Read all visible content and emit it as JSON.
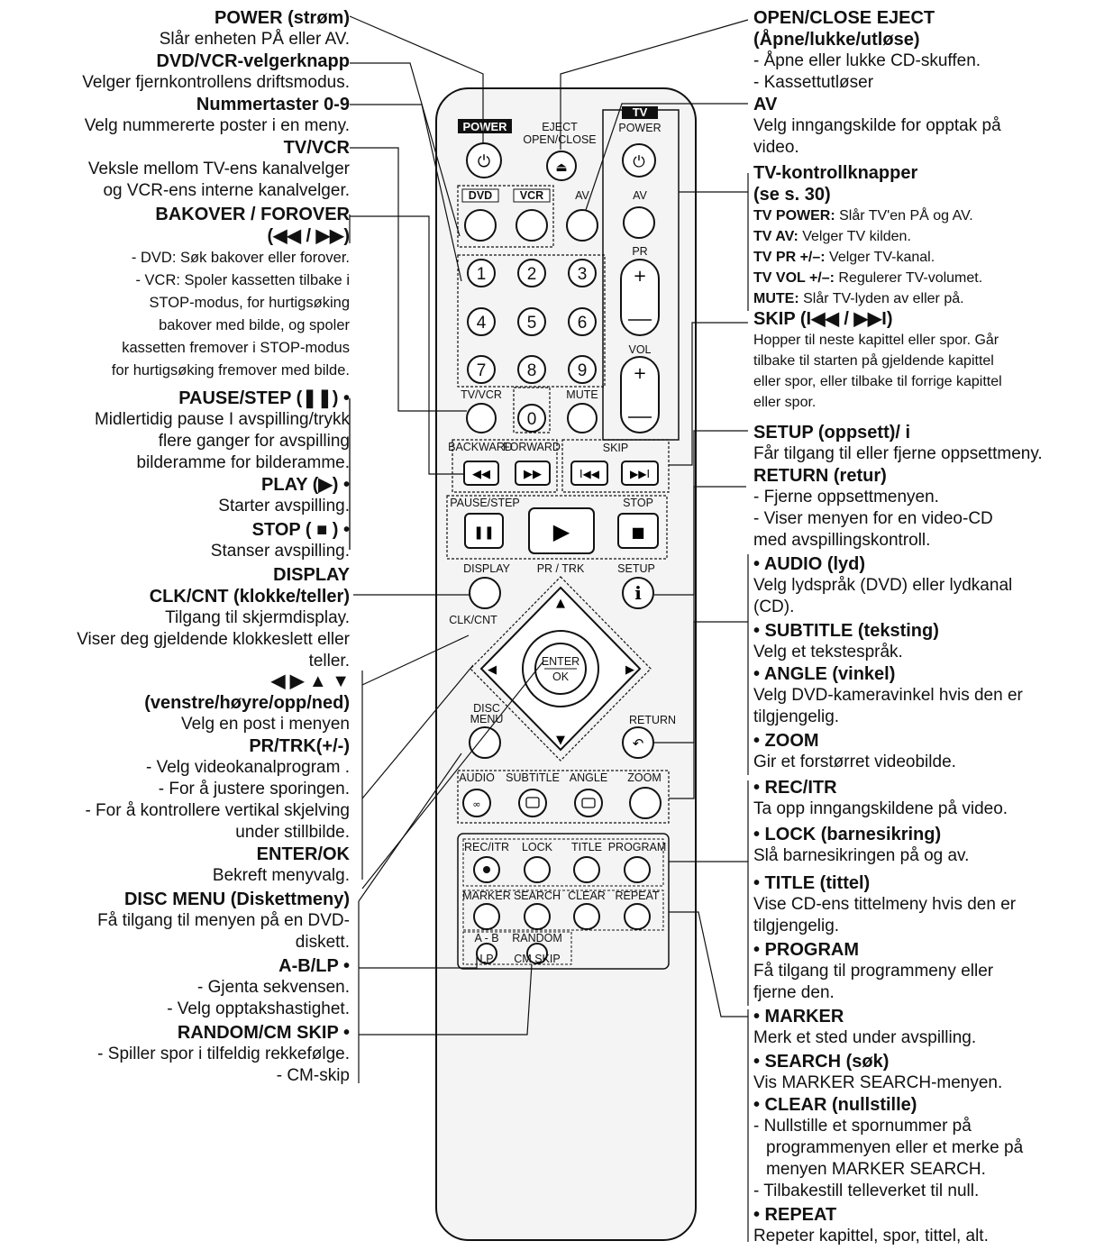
{
  "left": [
    {
      "id": "power",
      "title": "POWER (strøm)",
      "desc": [
        "Slår enheten PÅ eller AV."
      ]
    },
    {
      "id": "dvdvcr",
      "title": "DVD/VCR-velgerknapp",
      "desc": [
        "Velger fjernkontrollens driftsmodus."
      ]
    },
    {
      "id": "num",
      "title": "Nummertaster 0-9",
      "desc": [
        "Velg nummererte poster i en meny."
      ]
    },
    {
      "id": "tvvcr",
      "title": "TV/VCR",
      "desc": [
        "Veksle mellom TV-ens kanalvelger",
        "og VCR-ens interne kanalvelger."
      ]
    },
    {
      "id": "bakover",
      "title": "BAKOVER / FOROVER",
      "subtitle": "(◀◀ / ▶▶)",
      "small": [
        "- DVD: Søk bakover eller forover.",
        "- VCR: Spoler kassetten tilbake i",
        "STOP-modus, for hurtigsøking",
        "bakover med bilde, og spoler",
        "kassetten fremover i STOP-modus",
        "for hurtigsøking fremover med bilde."
      ]
    },
    {
      "id": "pause",
      "title": "PAUSE/STEP (❚❚) •",
      "desc": [
        "Midlertidig pause I avspilling/trykk",
        "flere ganger for avspilling",
        "bilderamme for bilderamme."
      ]
    },
    {
      "id": "play",
      "title": "PLAY (▶) •",
      "desc": [
        "Starter avspilling."
      ]
    },
    {
      "id": "stop",
      "title": "STOP ( ■ ) •",
      "desc": [
        "Stanser avspilling."
      ]
    },
    {
      "id": "display",
      "title": "DISPLAY",
      "title2": "CLK/CNT (klokke/teller)",
      "desc": [
        "Tilgang til skjermdisplay.",
        "Viser deg gjeldende klokkeslett eller",
        "teller."
      ]
    },
    {
      "id": "arrows",
      "title": "◀ ▶ ▲ ▼",
      "title2": "(venstre/høyre/opp/ned)",
      "desc": [
        "Velg en post i menyen"
      ]
    },
    {
      "id": "prtrk",
      "title": "PR/TRK(+/-)",
      "desc": [
        "- Velg videokanalprogram .",
        "- For å justere sporingen.",
        "- For å kontrollere vertikal skjelving",
        "under stillbilde."
      ]
    },
    {
      "id": "enter",
      "title": "ENTER/OK",
      "desc": [
        "Bekreft menyvalg."
      ]
    },
    {
      "id": "discmenu",
      "title": "DISC MENU (Diskettmeny)",
      "desc": [
        "Få tilgang til menyen på en DVD-",
        "diskett."
      ]
    },
    {
      "id": "ablp",
      "title": "A-B/LP •",
      "desc": [
        "- Gjenta sekvensen.",
        "- Velg opptakshastighet."
      ]
    },
    {
      "id": "random",
      "title": "RANDOM/CM SKIP •",
      "desc": [
        "- Spiller spor i tilfeldig rekkefølge.",
        "- CM-skip"
      ]
    }
  ],
  "right": [
    {
      "id": "openclose",
      "title": "OPEN/CLOSE EJECT",
      "title2": "(Åpne/lukke/utløse)",
      "desc": [
        "- Åpne eller lukke CD-skuffen.",
        "- Kassettutløser"
      ]
    },
    {
      "id": "av",
      "title": "AV",
      "desc": [
        "Velg inngangskilde for opptak på",
        "video."
      ]
    },
    {
      "id": "tvctrl",
      "title": "TV-kontrollknapper",
      "title2": "(se s. 30)",
      "tv": [
        {
          "k": "TV POWER:",
          "v": " Slår TV'en PÅ og AV."
        },
        {
          "k": "TV AV:",
          "v": " Velger  TV kilden."
        },
        {
          "k": "TV PR +/–:",
          "v": " Velger TV-kanal."
        },
        {
          "k": "TV VOL +/–:",
          "v": " Regulerer TV-volumet."
        },
        {
          "k": "MUTE:",
          "v": " Slår TV-lyden av eller på."
        }
      ]
    },
    {
      "id": "skip",
      "title": "SKIP (I◀◀ / ▶▶I)",
      "small": [
        "Hopper til neste kapittel eller spor. Går",
        "tilbake til starten på gjeldende kapittel",
        "eller spor, eller tilbake til forrige kapittel",
        "eller spor."
      ]
    },
    {
      "id": "setup",
      "title": "SETUP (oppsett)/ i",
      "desc": [
        "Får tilgang til eller fjerne oppsettmeny."
      ]
    },
    {
      "id": "return",
      "title": "RETURN (retur)",
      "desc": [
        "- Fjerne oppsettmenyen.",
        "- Viser menyen for en video-CD",
        "med avspillingskontroll."
      ]
    },
    {
      "id": "audio",
      "title": "• AUDIO (lyd)",
      "desc": [
        "Velg lydspråk (DVD) eller lydkanal",
        "(CD)."
      ]
    },
    {
      "id": "subtitle",
      "title": "• SUBTITLE (teksting)",
      "desc": [
        "Velg et tekstespråk."
      ]
    },
    {
      "id": "angle",
      "title": "• ANGLE (vinkel)",
      "desc": [
        "Velg DVD-kameravinkel hvis den er",
        "tilgjengelig."
      ]
    },
    {
      "id": "zoom",
      "title": "• ZOOM",
      "desc": [
        "Gir et forstørret videobilde."
      ]
    },
    {
      "id": "recitr",
      "title": "• REC/ITR",
      "desc": [
        "Ta opp inngangskildene på video."
      ]
    },
    {
      "id": "lock",
      "title": "• LOCK (barnesikring)",
      "desc": [
        "Slå barnesikringen på og av."
      ]
    },
    {
      "id": "title",
      "title": "• TITLE (tittel)",
      "desc": [
        "Vise CD-ens tittelmeny hvis den er",
        "tilgjengelig."
      ]
    },
    {
      "id": "program",
      "title": "• PROGRAM",
      "desc": [
        "Få tilgang til programmeny eller",
        "fjerne den."
      ]
    },
    {
      "id": "marker",
      "title": "• MARKER",
      "desc": [
        "Merk et sted under avspilling."
      ]
    },
    {
      "id": "search",
      "title": "• SEARCH (søk)",
      "desc": [
        "Vis MARKER SEARCH-menyen."
      ]
    },
    {
      "id": "clear",
      "title": "• CLEAR (nullstille)",
      "desc": [
        "- Nullstille et spornummer på",
        "  programmenyen eller et merke på",
        "  menyen MARKER SEARCH.",
        "- Tilbakestill telleverket til null."
      ]
    },
    {
      "id": "repeat",
      "title": "• REPEAT",
      "desc": [
        "Repeter kapittel, spor, tittel, alt."
      ]
    }
  ],
  "remote": {
    "power": "POWER",
    "eject": "EJECT",
    "openclose": "OPEN/CLOSE",
    "tv": "TV",
    "tvpower": "POWER",
    "dvd": "DVD",
    "vcr": "VCR",
    "av": "AV",
    "tvav": "AV",
    "pr": "PR",
    "vol": "VOL",
    "mute": "MUTE",
    "tvvcr": "TV/VCR",
    "digits": [
      "1",
      "2",
      "3",
      "4",
      "5",
      "6",
      "7",
      "8",
      "9",
      "0"
    ],
    "backward": "BACKWARD",
    "forward": "FORWARD",
    "skip": "SKIP",
    "pausestep": "PAUSE/STEP",
    "stop": "STOP",
    "display": "DISPLAY",
    "prtrk": "PR / TRK",
    "setup": "SETUP",
    "clkcnt": "CLK/CNT",
    "enter": "ENTER",
    "ok": "OK",
    "disc": "DISC",
    "menu": "MENU",
    "return": "RETURN",
    "audio": "AUDIO",
    "subtitle": "SUBTITLE",
    "angle": "ANGLE",
    "zoom": "ZOOM",
    "recitr": "REC/ITR",
    "lock": "LOCK",
    "title": "TITLE",
    "program": "PROGRAM",
    "marker": "MARKER",
    "search": "SEARCH",
    "clear": "CLEAR",
    "repeat": "REPEAT",
    "ab": "A - B",
    "random": "RANDOM",
    "lp": "LP",
    "cmskip": "CM SKIP"
  }
}
